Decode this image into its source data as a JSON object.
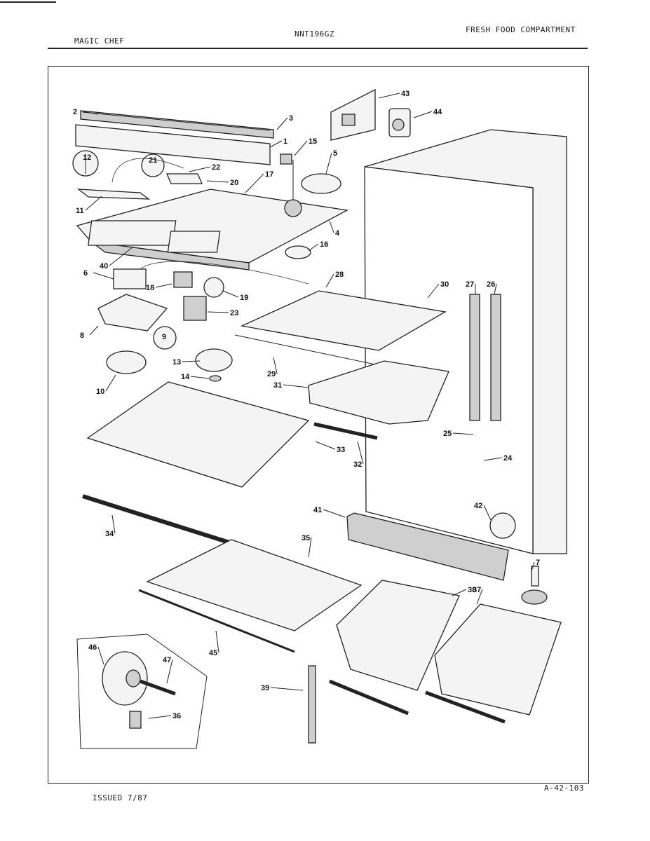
{
  "header": {
    "brand": "MAGIC CHEF",
    "model": "NNT196GZ",
    "section": "FRESH FOOD COMPARTMENT"
  },
  "footer": {
    "issued": "ISSUED 7/87",
    "doc_code": "A-42-103"
  },
  "callouts": [
    "2",
    "3",
    "1",
    "15",
    "5",
    "43",
    "44",
    "12",
    "21",
    "22",
    "20",
    "17",
    "11",
    "4",
    "16",
    "40",
    "6",
    "18",
    "19",
    "28",
    "30",
    "27",
    "26",
    "8",
    "9",
    "23",
    "13",
    "14",
    "10",
    "29",
    "31",
    "33",
    "32",
    "25",
    "24",
    "41",
    "42",
    "7",
    "34",
    "35",
    "38",
    "37",
    "45",
    "46",
    "47",
    "36",
    "39"
  ]
}
